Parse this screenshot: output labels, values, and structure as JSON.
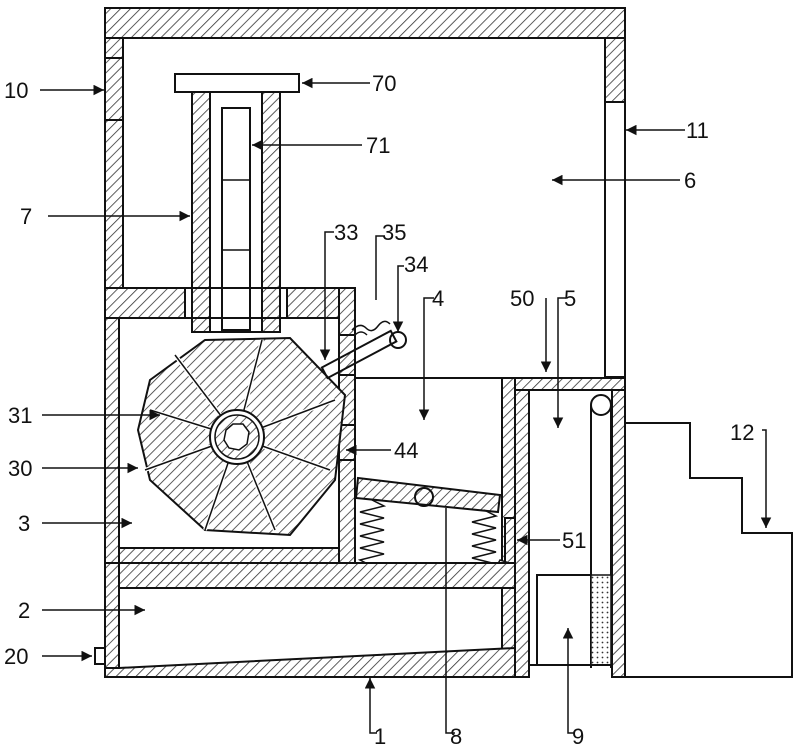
{
  "labels": {
    "l1": "1",
    "l2": "2",
    "l3": "3",
    "l4": "4",
    "l5": "5",
    "l6": "6",
    "l7": "7",
    "l8": "8",
    "l9": "9",
    "l10": "10",
    "l11": "11",
    "l12": "12",
    "l20": "20",
    "l30": "30",
    "l31": "31",
    "l33": "33",
    "l34": "34",
    "l35": "35",
    "l44": "44",
    "l50": "50",
    "l51": "51",
    "l70": "70",
    "l71": "71"
  }
}
